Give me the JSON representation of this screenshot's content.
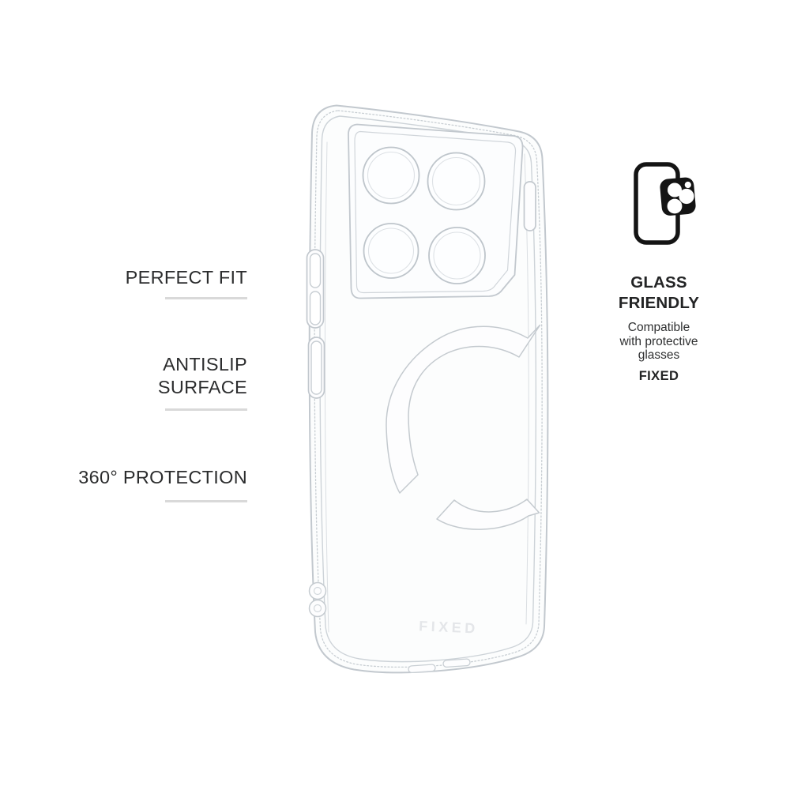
{
  "page": {
    "background": "#ffffff"
  },
  "features": [
    {
      "line1": "PERFECT FIT",
      "line2": ""
    },
    {
      "line1": "ANTISLIP",
      "line2": "SURFACE"
    },
    {
      "line1": "360° PROTECTION",
      "line2": ""
    }
  ],
  "info": {
    "title_lines": [
      "GLASS",
      "FRIENDLY"
    ],
    "subtitle_lines": [
      "Compatible",
      "with protective",
      "glasses"
    ],
    "brand": "FIXED"
  },
  "case_render": {
    "embossed_logo": "FIXED",
    "camera_cutouts": 4,
    "ring_type": "magsafe-ring-cutout"
  },
  "icons": {
    "camera_glass": "camera-lens-protector-icon"
  },
  "colors": {
    "text_dark": "#2c2d2e",
    "divider": "#d9d9d9",
    "icon_black": "#141414",
    "case_line": "#c2c8ce",
    "case_line_light": "#ced4d9",
    "embossed_logo": "#e4e6e9"
  }
}
